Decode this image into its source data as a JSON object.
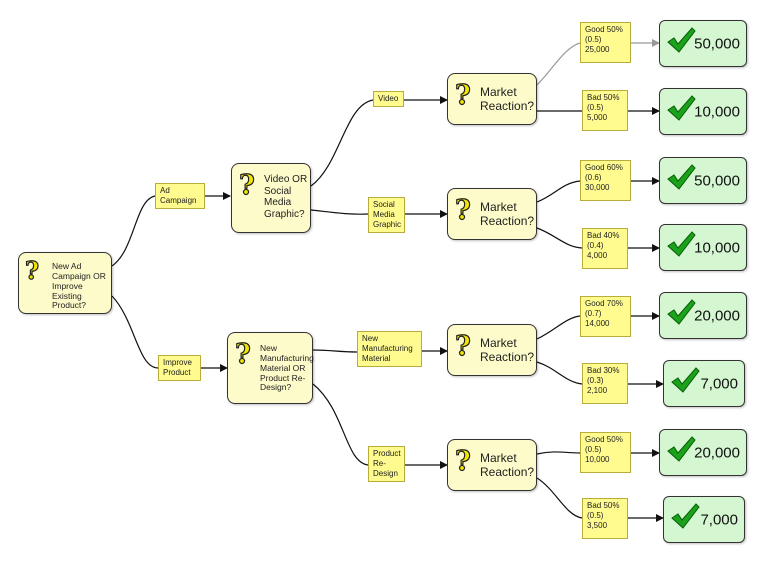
{
  "decisions": {
    "root": "New Ad Campaign OR Improve Existing Product?",
    "d1": "Video OR Social Media Graphic?",
    "d2": "New Manufacturing Material OR Product Re-Design?"
  },
  "choices": {
    "ad_campaign": "Ad Campaign",
    "improve_product": "Improve Product",
    "video": "Video",
    "social": "Social Media Graphic",
    "new_material": "New Manufacturing Material",
    "redesign": "Product Re-Design"
  },
  "chance": {
    "title": "Market Reaction?"
  },
  "branches": [
    {
      "line1": "Good 50%",
      "line2": "(0.5)",
      "line3": "25,000",
      "outcome": "50,000"
    },
    {
      "line1": "Bad 50%",
      "line2": "(0.5)",
      "line3": "5,000",
      "outcome": "10,000"
    },
    {
      "line1": "Good 60%",
      "line2": "(0.6)",
      "line3": "30,000",
      "outcome": "50,000"
    },
    {
      "line1": "Bad 40%",
      "line2": "(0.4)",
      "line3": "4,000",
      "outcome": "10,000"
    },
    {
      "line1": "Good 70%",
      "line2": "(0.7)",
      "line3": "14,000",
      "outcome": "20,000"
    },
    {
      "line1": "Bad 30%",
      "line2": "(0.3)",
      "line3": "2,100",
      "outcome": "7,000"
    },
    {
      "line1": "Good 50%",
      "line2": "(0.5)",
      "line3": "10,000",
      "outcome": "20,000"
    },
    {
      "line1": "Bad 50%",
      "line2": "(0.5)",
      "line3": "3,500",
      "outcome": "7,000"
    }
  ],
  "colors": {
    "node_fill": "#fdfbc9",
    "label_fill": "#fffb8f",
    "outcome_fill": "#d4f7d1",
    "check_green": "#1aa31a",
    "question_yellow": "#f2e500"
  },
  "icons": {
    "question": "question-mark-icon",
    "check": "check-mark-icon"
  }
}
